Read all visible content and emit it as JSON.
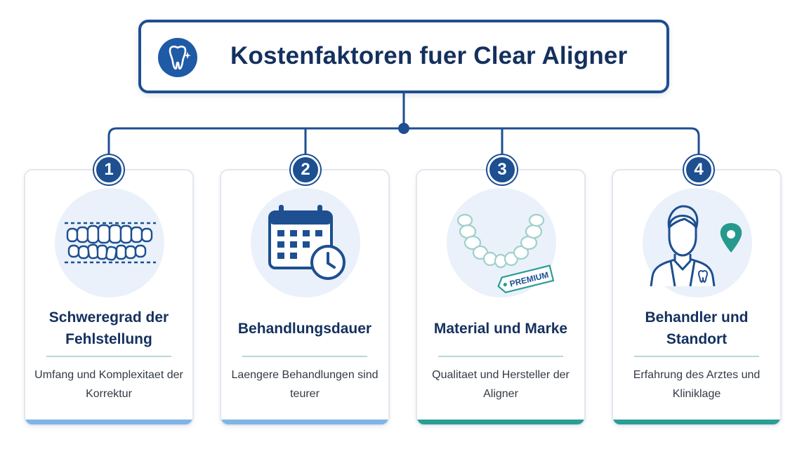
{
  "title": {
    "text": "Kostenfaktoren fuer Clear Aligner",
    "icon": "tooth-icon"
  },
  "colors": {
    "navy": "#1d4f91",
    "title_text": "#14305e",
    "blue_bar": "#7fb4e6",
    "teal_bar": "#2a9d94",
    "pin": "#26998c"
  },
  "cards": [
    {
      "number": "1",
      "title": "Schweregrad der Fehlstellung",
      "description": "Umfang und Komplexitaet der Korrektur",
      "icon": "teeth-icon",
      "bar_color": "blue"
    },
    {
      "number": "2",
      "title": "Behandlungsdauer",
      "description": "Laengere Behandlungen sind teurer",
      "icon": "calendar-clock-icon",
      "bar_color": "blue"
    },
    {
      "number": "3",
      "title": "Material und Marke",
      "description": "Qualitaet und Hersteller der Aligner",
      "icon": "aligner-icon",
      "bar_color": "teal",
      "tag_label": "PREMIUM"
    },
    {
      "number": "4",
      "title": "Behandler und Standort",
      "description": "Erfahrung des Arztes und Kliniklage",
      "icon": "dentist-location-icon",
      "bar_color": "teal"
    }
  ]
}
